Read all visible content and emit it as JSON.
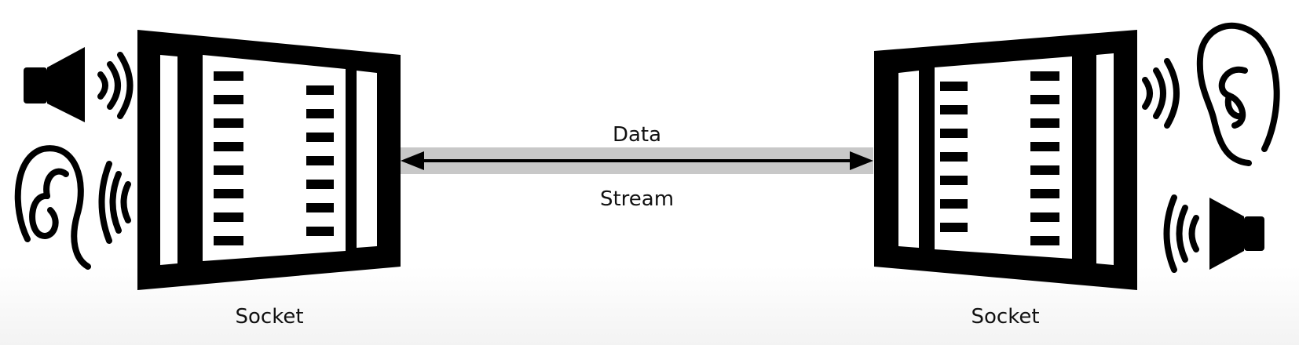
{
  "diagram": {
    "stream": {
      "top_label": "Data",
      "bottom_label": "Stream"
    },
    "left_socket": {
      "label": "Socket",
      "icons": [
        "speaker-icon",
        "ear-icon"
      ]
    },
    "right_socket": {
      "label": "Socket",
      "icons": [
        "ear-icon",
        "speaker-icon"
      ]
    },
    "colors": {
      "ink": "#000000",
      "stream_band": "#c8c8c8",
      "background": "#ffffff"
    }
  }
}
